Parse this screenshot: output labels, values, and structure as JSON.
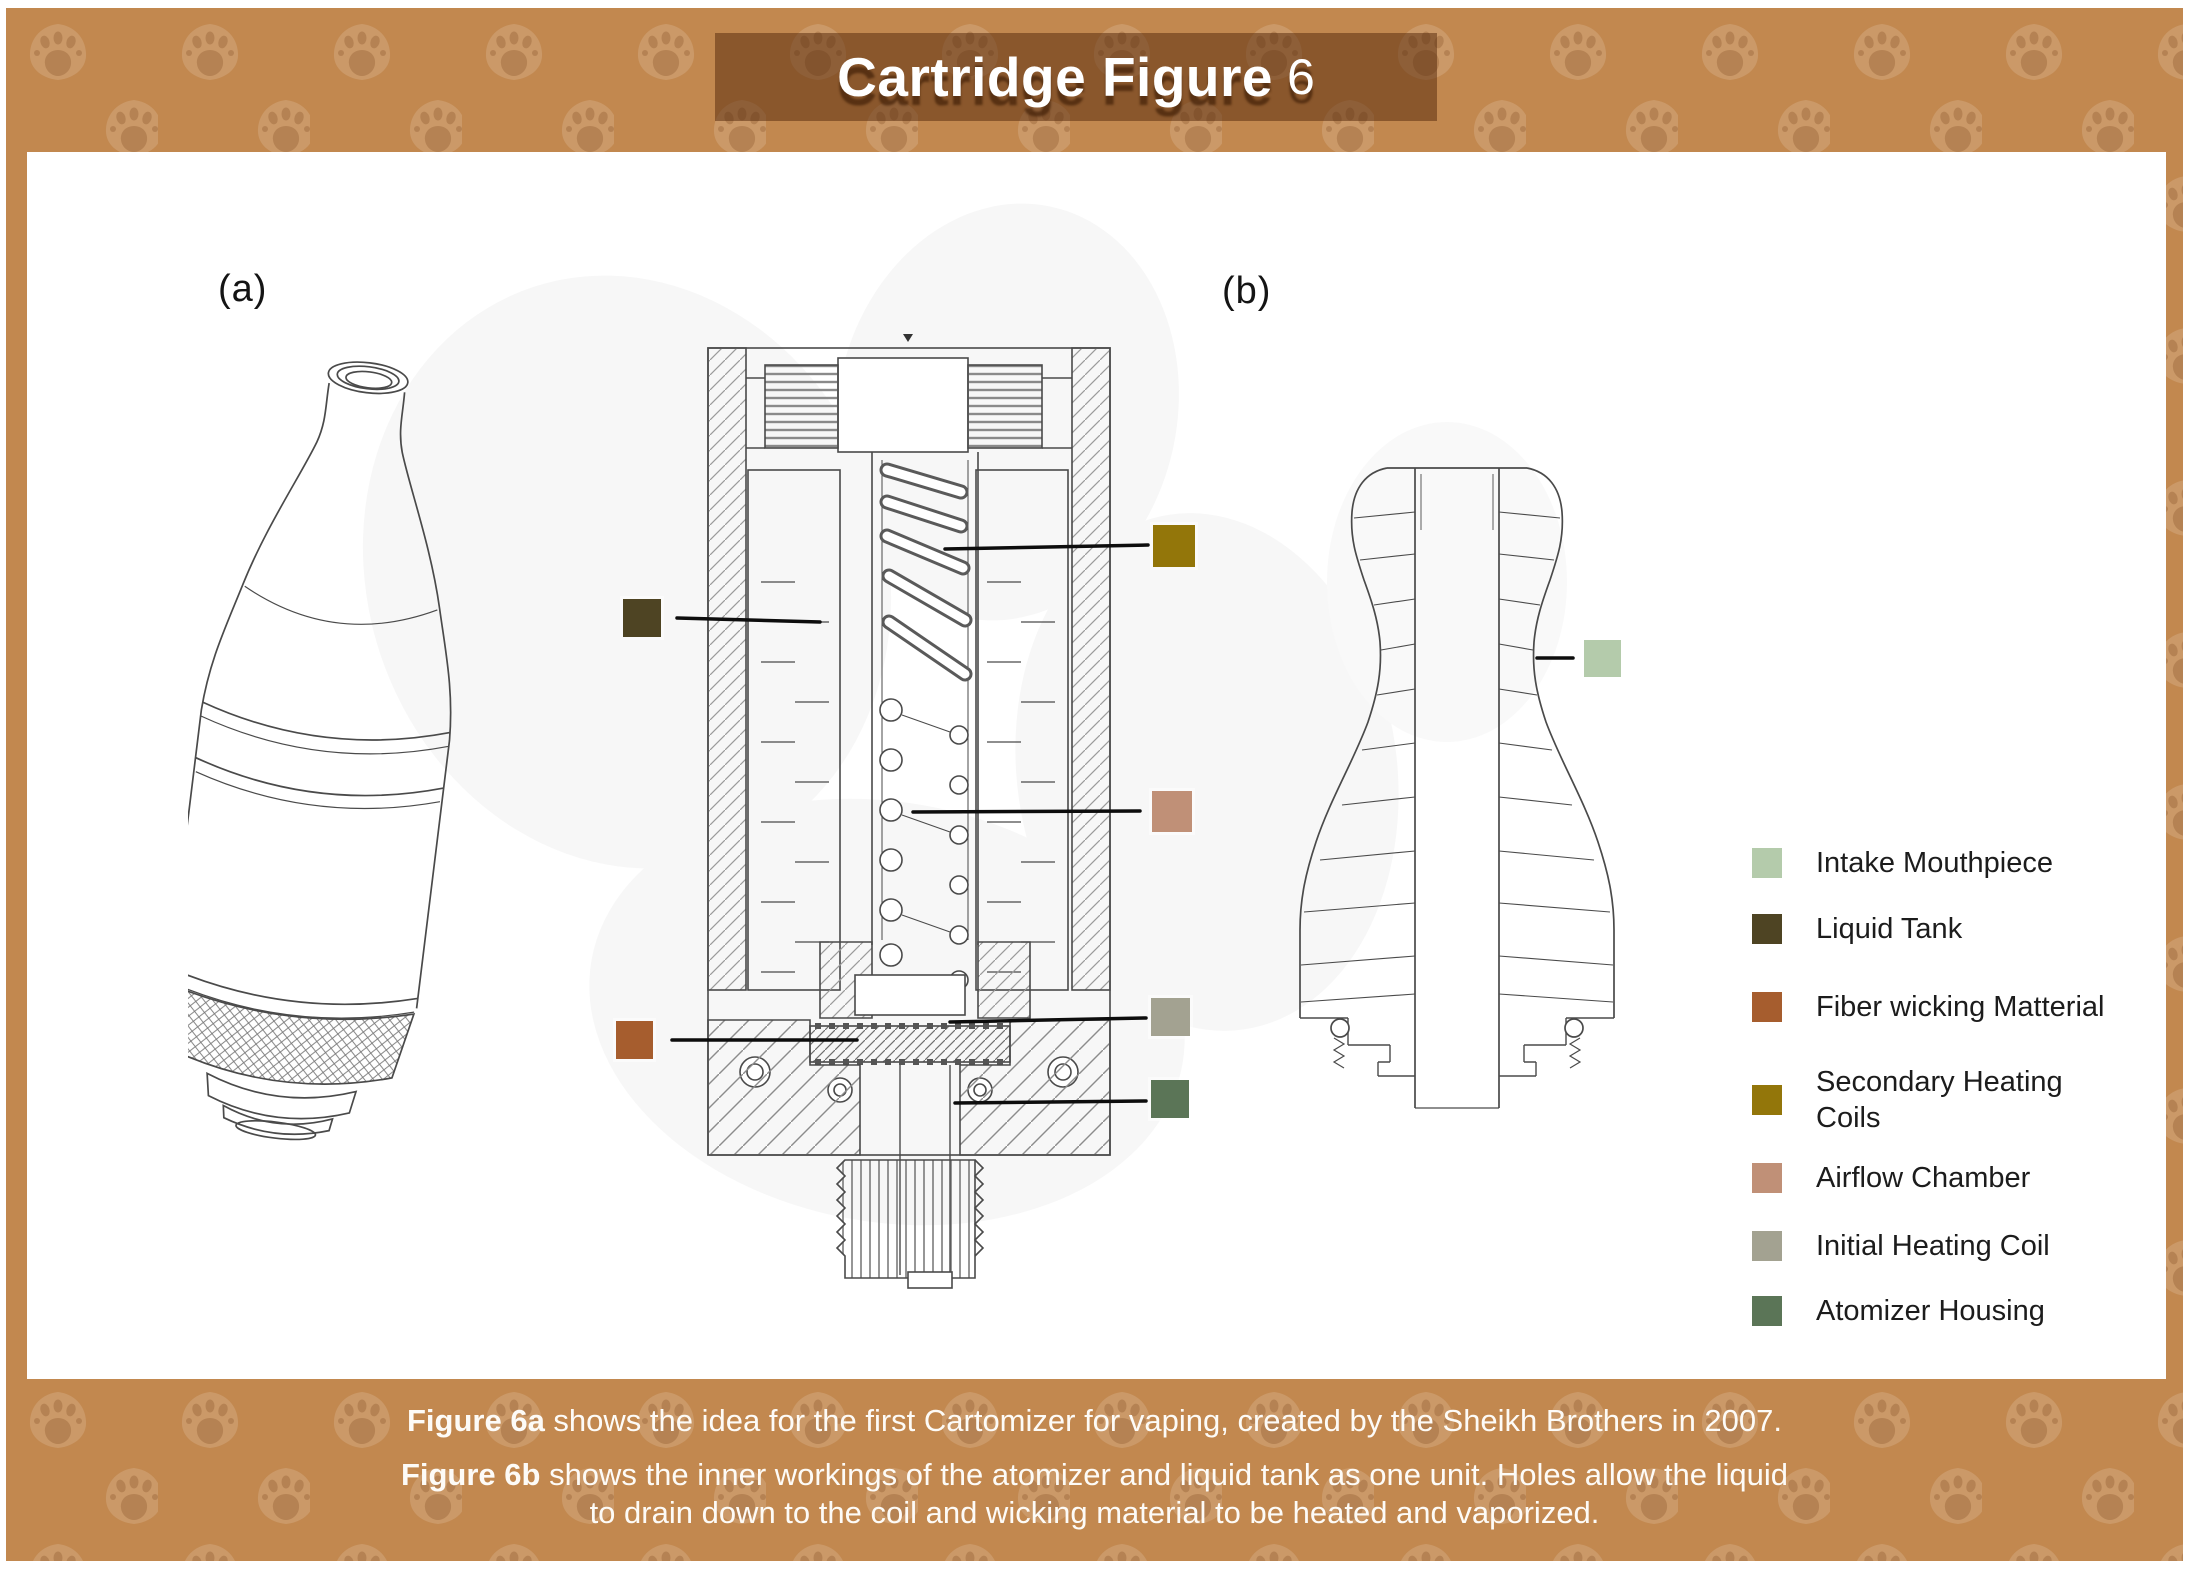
{
  "header": {
    "title": "Cartridge Figure",
    "title_number": "6"
  },
  "figure_labels": {
    "a": "(a)",
    "b": "(b)"
  },
  "legend": {
    "items": [
      {
        "label": "Intake Mouthpiece",
        "color": "#b4cbab"
      },
      {
        "label": "Liquid Tank",
        "color": "#4e4423"
      },
      {
        "label": "Fiber wicking Matterial",
        "color": "#a65d2e"
      },
      {
        "label": "Secondary Heating Coils",
        "color": "#93760a"
      },
      {
        "label": "Airflow Chamber",
        "color": "#c09077"
      },
      {
        "label": "Initial Heating Coil",
        "color": "#a3a291"
      },
      {
        "label": "Atomizer Housing",
        "color": "#5b7557"
      }
    ]
  },
  "captions": {
    "fig_a_bold": "Figure 6a",
    "fig_a_text": " shows the idea for the first Cartomizer for vaping, created by the Sheikh Brothers in 2007.",
    "fig_b_bold": "Figure 6b",
    "fig_b_line1": " shows the inner workings of the atomizer and liquid tank as one unit. Holes allow the liquid",
    "fig_b_line2": "to drain down to the coil and wicking material to be heated and vaporized."
  },
  "colors": {
    "background_brown": "#c2884f",
    "banner_brown": "#8f5730",
    "panel_white": "#ffffff",
    "line_ink": "#4a4a4a"
  }
}
